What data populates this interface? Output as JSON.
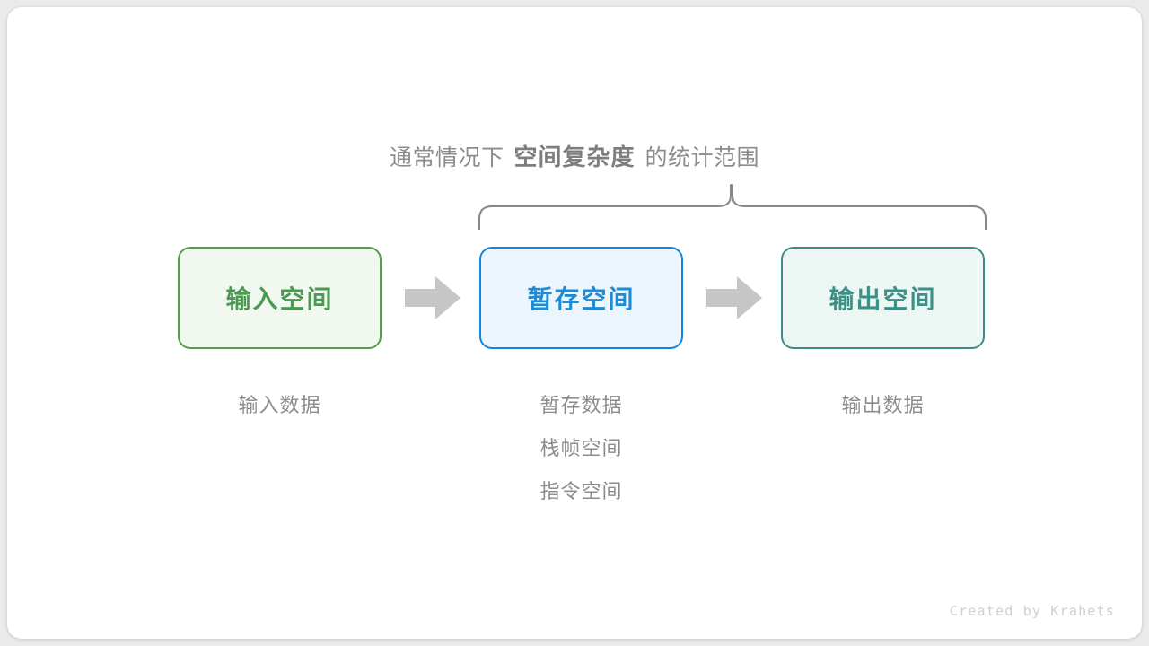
{
  "canvas": {
    "background": "#ebebeb",
    "card_background": "#ffffff"
  },
  "caption": {
    "prefix": "通常情况下",
    "emphasis": "空间复杂度",
    "suffix": "的统计范围",
    "color": "#8c8c8c"
  },
  "brace": {
    "name": "curly-brace-top",
    "color": "#888888",
    "spans_boxes": [
      "暂存空间",
      "输出空间"
    ]
  },
  "boxes": [
    {
      "id": "input-space",
      "label": "输入空间",
      "border_color": "#5a9b4e",
      "fill_color": "#f1f8f0",
      "text_color": "#4a9a53",
      "sublabels": [
        "输入数据"
      ]
    },
    {
      "id": "temp-space",
      "label": "暂存空间",
      "border_color": "#1286d8",
      "fill_color": "#eaf5fd",
      "text_color": "#1f8bd4",
      "sublabels": [
        "暂存数据",
        "栈帧空间",
        "指令空间"
      ]
    },
    {
      "id": "output-space",
      "label": "输出空间",
      "border_color": "#3a8e85",
      "fill_color": "#ecf6f3",
      "text_color": "#3a9287",
      "sublabels": [
        "输出数据"
      ]
    }
  ],
  "arrows": {
    "color": "#c6c6c6",
    "count": 2,
    "direction": "right"
  },
  "footer": {
    "credit": "Created by Krahets",
    "color": "#cfcfcf"
  }
}
